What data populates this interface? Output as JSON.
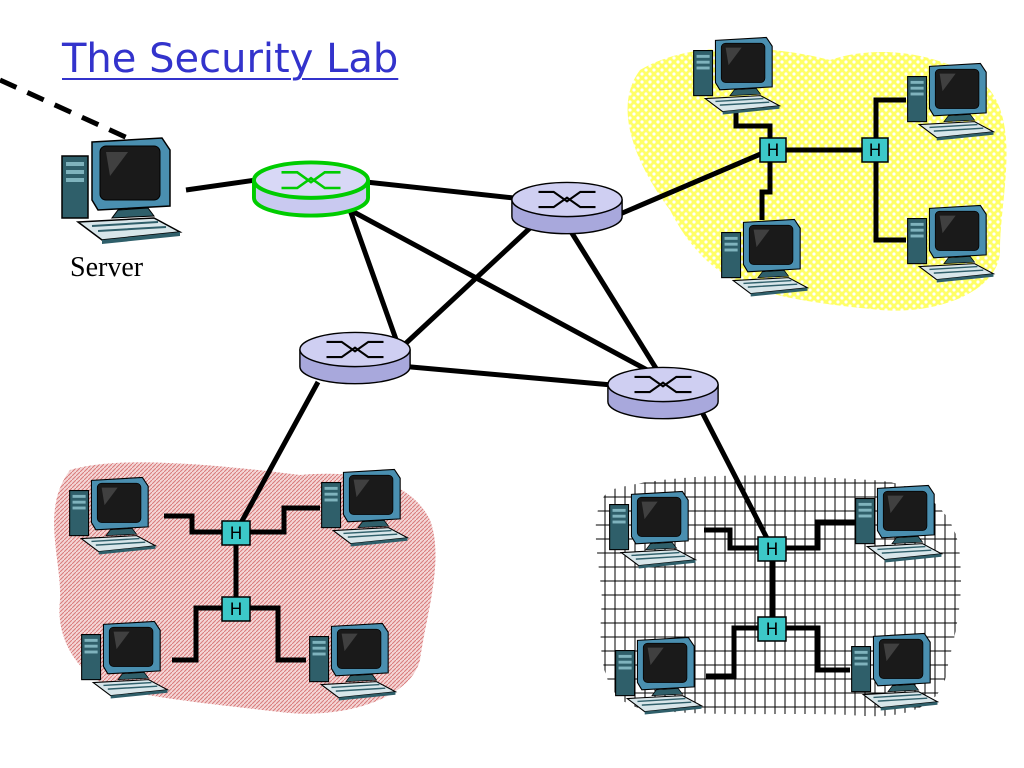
{
  "title": "The Security Lab",
  "server_label": "Server",
  "hub_label": "H",
  "colors": {
    "title_link": "#3333cc",
    "router_fill": "#c9c9f0",
    "router_highlight": "#00cc00",
    "hub_fill": "#3cc8c8",
    "lan_yellow": "#ffff33",
    "lan_red": "#e0a0a0",
    "lan_grid": "#000000"
  },
  "icons": [
    "computer-icon",
    "router-icon",
    "hub-icon"
  ]
}
